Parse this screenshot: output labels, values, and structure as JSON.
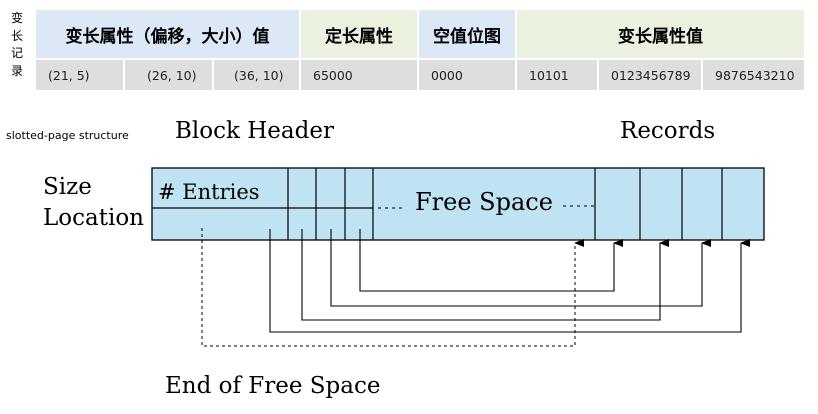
{
  "record_label_vertical": [
    "变",
    "长",
    "记",
    "录"
  ],
  "table": {
    "headers": {
      "var_attrs": "变长属性（偏移，大小）值",
      "fixed_attrs": "定长属性",
      "null_bitmap": "空值位图",
      "var_values": "变长属性值"
    },
    "values": [
      "(21, 5)",
      "(26, 10)",
      "(36, 10)",
      "65000",
      "0000",
      "10101",
      "0123456789",
      "9876543210"
    ]
  },
  "diagram": {
    "caption": "slotted-page structure",
    "block_header": "Block Header",
    "records": "Records",
    "size": "Size",
    "location": "Location",
    "entries": "# Entries",
    "free_space": "Free Space",
    "end_of_free_space": "End of Free Space"
  },
  "colors": {
    "cell_fill": "#bfe3f2",
    "header_blue": "#dce8f5",
    "header_green": "#eaf1de",
    "value_gray": "#dedede"
  }
}
